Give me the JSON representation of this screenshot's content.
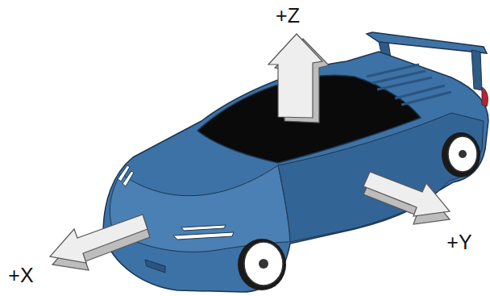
{
  "diagram": {
    "labels": [
      "+Z",
      "+Y",
      "+X"
    ]
  }
}
